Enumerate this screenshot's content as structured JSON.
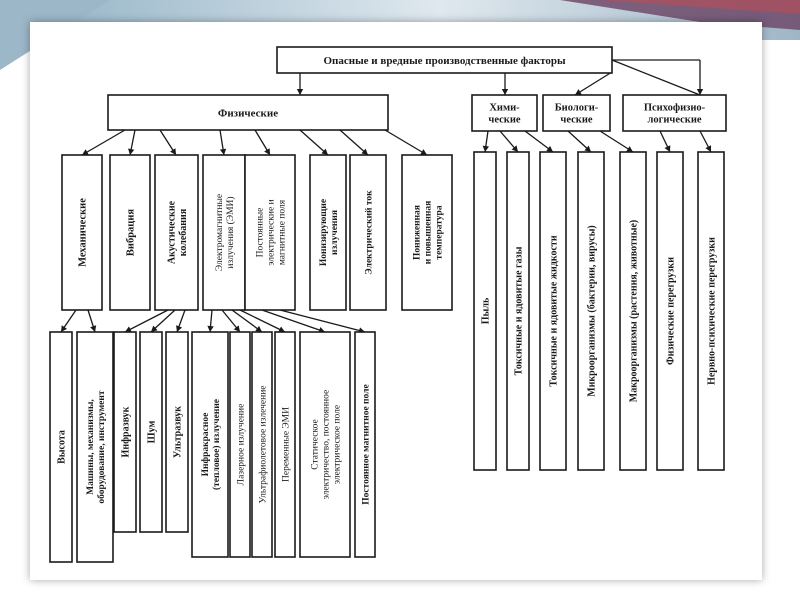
{
  "slide": {
    "background_colors": [
      "#8fb0c4",
      "#c9d9e3",
      "#6f4b6b"
    ]
  },
  "diagram": {
    "root": "Опасные и вредные производственные факторы",
    "categories": {
      "physical": "Физические",
      "chemical": "Хими-|ческие",
      "biological": "Биологи-|ческие",
      "psycho": "Психофизио-|логические"
    },
    "physical_groups": {
      "mechanical": "Механические",
      "vibration": "Вибрация",
      "acoustic": "Акустические|колебания",
      "emi": "Электромагнитные|излучения (ЭМИ)",
      "fields": "Постоянные|электрические и|магнитные поля",
      "ionizing": "Ионизирующие|излучения",
      "electric_current": "Электрический ток",
      "temperature": "Пониженная|и повышенная|температура"
    },
    "mechanical_items": [
      "Высота",
      "Машины, механизмы,|оборудование, инструмент"
    ],
    "acoustic_items": [
      "Инфразвук",
      "Шум",
      "Ультразвук"
    ],
    "emi_items": [
      "Инфракрасное|(тепловое) излучение",
      "Лазерное излучение",
      "Ультрафиолетовое излечение",
      "Переменные ЭМИ"
    ],
    "fields_items": [
      "Статическое|электричество, постоянное|электрическое поле",
      "Постоянное магнитное поле"
    ],
    "chemical_items": [
      "Пыль",
      "Токсичные и ядовитые газы",
      "Токсичные и ядовитые жидкости"
    ],
    "biological_items": [
      "Микроорганизмы (бактерии, вирусы)",
      "Макроорганизмы (растения, животные)"
    ],
    "psycho_items": [
      "Физические перегрузки",
      "Нервно-психические перегрузки"
    ]
  }
}
